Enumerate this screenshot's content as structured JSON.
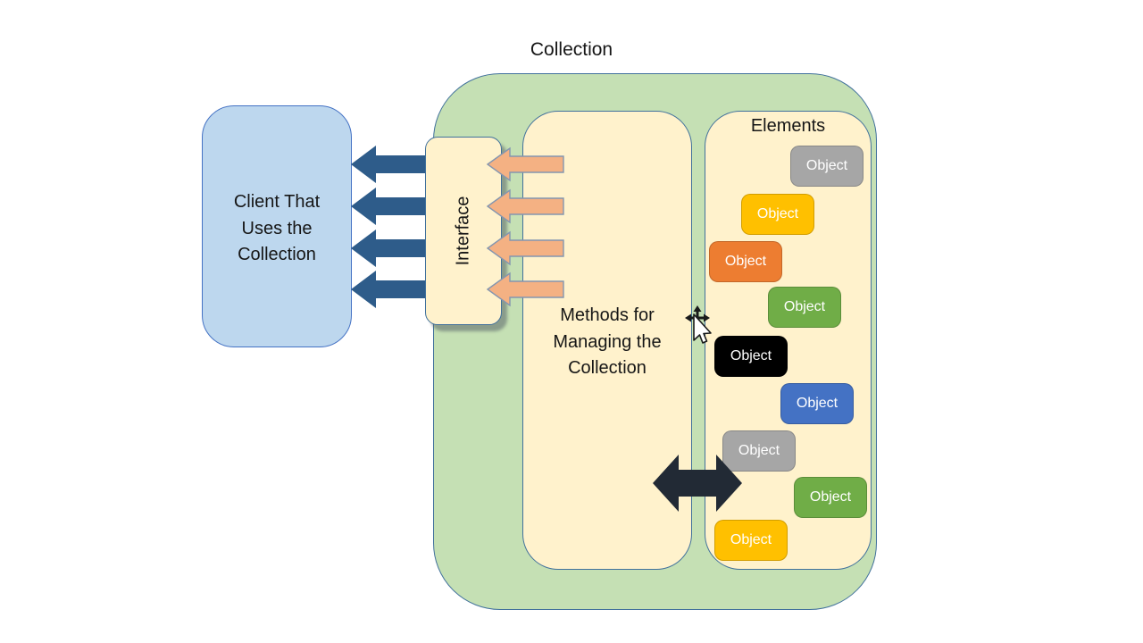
{
  "diagram_title": "Collection",
  "colors": {
    "collection_fill": "#C5E0B4",
    "panel_fill": "#FFF2CC",
    "panel_border": "#41719C",
    "client_fill": "#BDD7EE",
    "client_border": "#4472C4",
    "navy_arrow": "#2E5C8A",
    "orange_arrow": "#F4B183",
    "orange_arrow_border": "#8496B0",
    "double_arrow": "#222A35",
    "object_gray": "#A6A6A6",
    "object_gold": "#FFC000",
    "object_orange": "#ED7D31",
    "object_green": "#70AD47",
    "object_black": "#000000",
    "object_blue": "#4472C4"
  },
  "client_box": {
    "lines": [
      "Client That",
      "Uses the",
      "Collection"
    ]
  },
  "interface_box": {
    "label": "Interface"
  },
  "methods_box": {
    "lines": [
      "Methods for",
      "Managing the",
      "Collection"
    ]
  },
  "elements_box": {
    "title": "Elements",
    "objects": [
      {
        "label": "Object",
        "color": "#A6A6A6"
      },
      {
        "label": "Object",
        "color": "#FFC000"
      },
      {
        "label": "Object",
        "color": "#ED7D31"
      },
      {
        "label": "Object",
        "color": "#70AD47"
      },
      {
        "label": "Object",
        "color": "#000000"
      },
      {
        "label": "Object",
        "color": "#4472C4"
      },
      {
        "label": "Object",
        "color": "#A6A6A6"
      },
      {
        "label": "Object",
        "color": "#70AD47"
      },
      {
        "label": "Object",
        "color": "#FFC000"
      }
    ]
  },
  "cursor": {
    "icon": "move-pointer-cursor"
  }
}
